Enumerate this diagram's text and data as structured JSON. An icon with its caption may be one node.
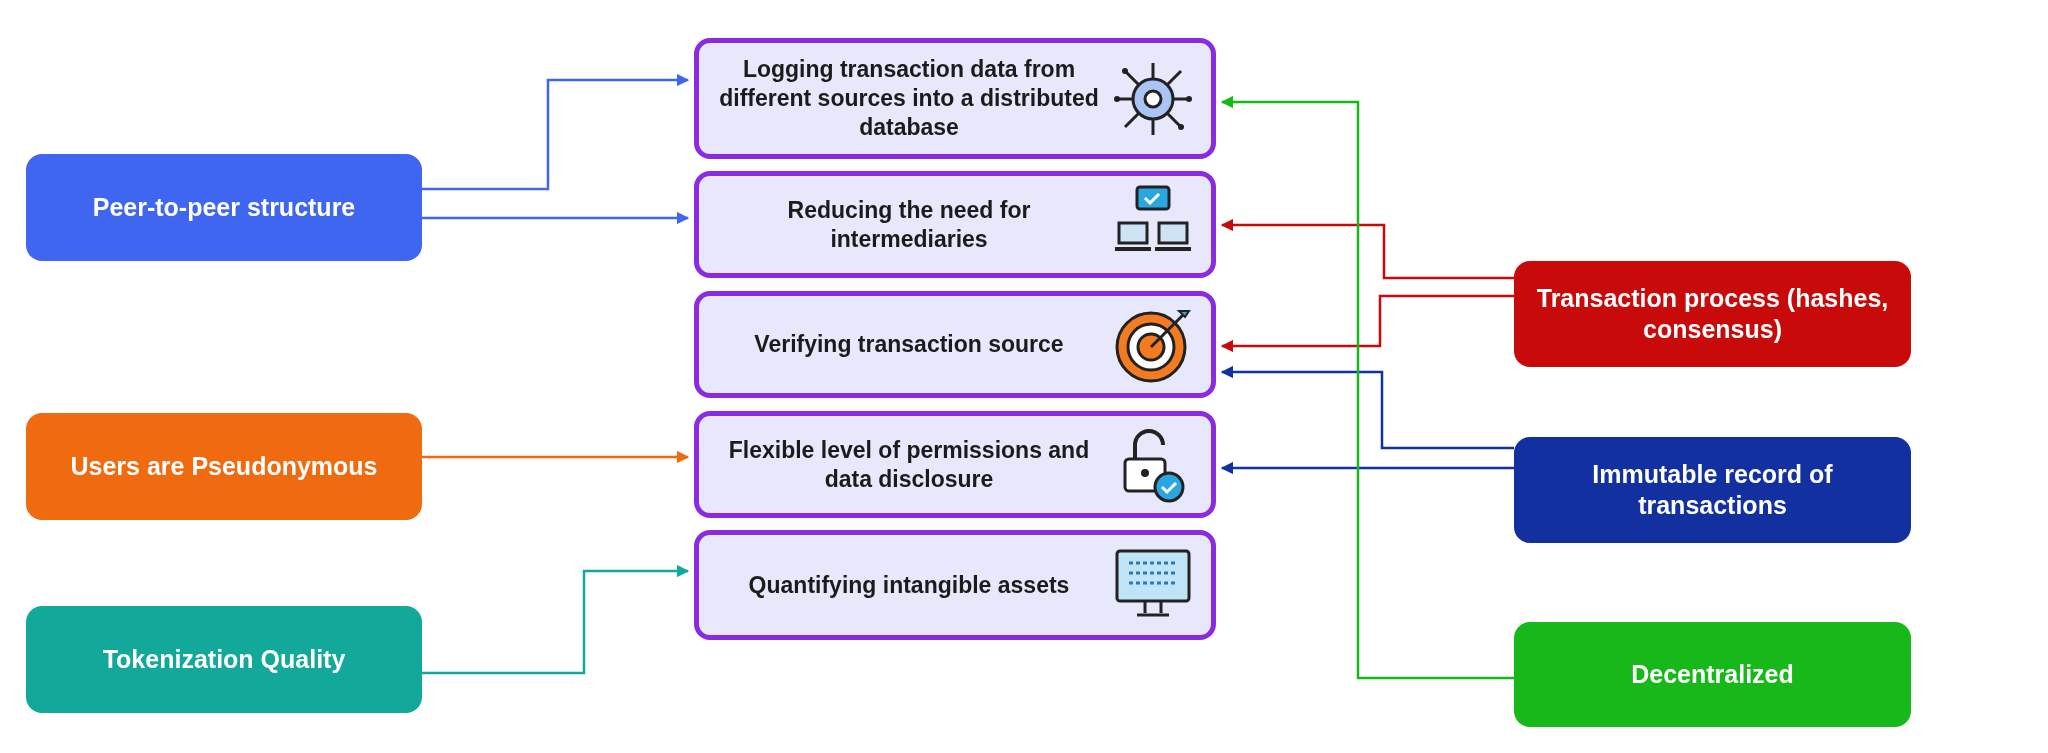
{
  "diagram": {
    "nodes": [
      {
        "text": [
          "Peer-to-peer structure"
        ]
      },
      {
        "text": [
          "Users are Pseudonymous"
        ]
      },
      {
        "text": [
          "Tokenization Quality"
        ]
      },
      {
        "text": [
          "Logging transaction data from different sources into a distributed database"
        ]
      },
      {
        "text": [
          "Reducing the need for intermediaries"
        ]
      },
      {
        "text": [
          "Verifying transaction source"
        ]
      },
      {
        "text": [
          "Flexible level of permissions and data disclosure"
        ]
      },
      {
        "text": [
          "Quantifying intangible assets"
        ]
      },
      {
        "text": [
          "Transaction process (hashes, consensus)"
        ]
      },
      {
        "text": [
          "Immutable record of transactions"
        ]
      },
      {
        "text": [
          "Decentralized"
        ]
      }
    ],
    "edges": [
      {
        "from": 0,
        "to": 3,
        "arrow": "to",
        "color": "#3f66f0"
      },
      {
        "from": 0,
        "to": 4,
        "arrow": "to",
        "color": "#3f66f0"
      },
      {
        "from": 1,
        "to": 6,
        "arrow": "to",
        "color": "#f06a10"
      },
      {
        "from": 2,
        "to": 7,
        "arrow": "to",
        "color": "#12a89a"
      },
      {
        "from": 8,
        "to": 4,
        "arrow": "to",
        "color": "#c80a0a"
      },
      {
        "from": 8,
        "to": 5,
        "arrow": "to",
        "color": "#c80a0a"
      },
      {
        "from": 9,
        "to": 5,
        "arrow": "to",
        "color": "#1230a0"
      },
      {
        "from": 9,
        "to": 6,
        "arrow": "to",
        "color": "#1230a0"
      },
      {
        "from": 10,
        "to": 3,
        "arrow": "to",
        "color": "#16b81a"
      }
    ]
  }
}
